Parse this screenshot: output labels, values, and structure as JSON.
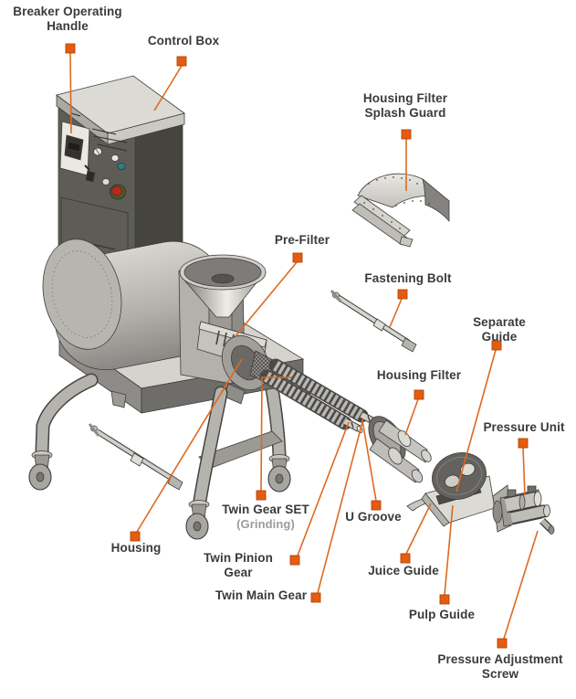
{
  "diagram": {
    "type": "exploded-parts-diagram",
    "subject": "twin-gear grinding juicer machine",
    "accent_color": "#E55C10",
    "leader_line_color": "#DD6A20",
    "text_color": "#3A3A3A",
    "muted_text_color": "#9B9B9B",
    "labels": {
      "breaker_operating_handle": "Breaker Operating\nHandle",
      "control_box": "Control Box",
      "housing_filter_splash_guard": "Housing Filter\nSplash Guard",
      "pre_filter": "Pre-Filter",
      "fastening_bolt": "Fastening Bolt",
      "separate_guide": "Separate Guide",
      "housing_filter": "Housing Filter",
      "pressure_unit": "Pressure Unit",
      "twin_gear_set": "Twin Gear SET",
      "twin_gear_set_sub": "(Grinding)",
      "u_groove": "U Groove",
      "housing": "Housing",
      "twin_pinion_gear": "Twin Pinion Gear",
      "twin_main_gear": "Twin Main Gear",
      "juice_guide": "Juice Guide",
      "pulp_guide": "Pulp Guide",
      "pressure_adjustment_screw": "Pressure Adjustment\nScrew"
    }
  }
}
